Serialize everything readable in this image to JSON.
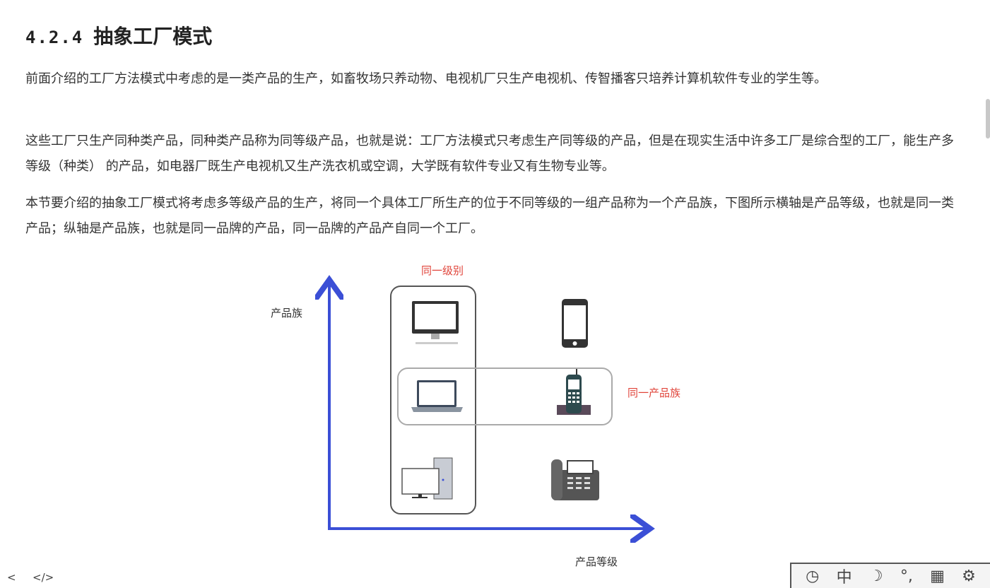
{
  "section": {
    "number": "4.2.4",
    "title": "抽象工厂模式"
  },
  "paragraphs": [
    "前面介绍的工厂方法模式中考虑的是一类产品的生产，如畜牧场只养动物、电视机厂只生产电视机、传智播客只培养计算机软件专业的学生等。",
    "这些工厂只生产同种类产品，同种类产品称为同等级产品，也就是说：工厂方法模式只考虑生产同等级的产品，但是在现实生活中许多工厂是综合型的工厂，能生产多等级（种类） 的产品，如电器厂既生产电视机又生产洗衣机或空调，大学既有软件专业又有生物专业等。",
    "本节要介绍的抽象工厂模式将考虑多等级产品的生产，将同一个具体工厂所生产的位于不同等级的一组产品称为一个产品族，下图所示横轴是产品等级，也就是同一类产品；纵轴是产品族，也就是同一品牌的产品，同一品牌的产品产自同一个工厂。"
  ],
  "diagram": {
    "y_axis_label": "产品族",
    "x_axis_label": "产品等级",
    "same_level_label": "同一级别",
    "same_family_label": "同一产品族",
    "axis_color": "#3b4fd6",
    "highlight_color": "#e0443a"
  },
  "nav": {
    "prev": "<",
    "code": "</>"
  },
  "toolbar": [
    "clock-icon",
    "split-icon",
    "moon-icon",
    "temperature-icon",
    "grid-icon",
    "gear-icon"
  ]
}
